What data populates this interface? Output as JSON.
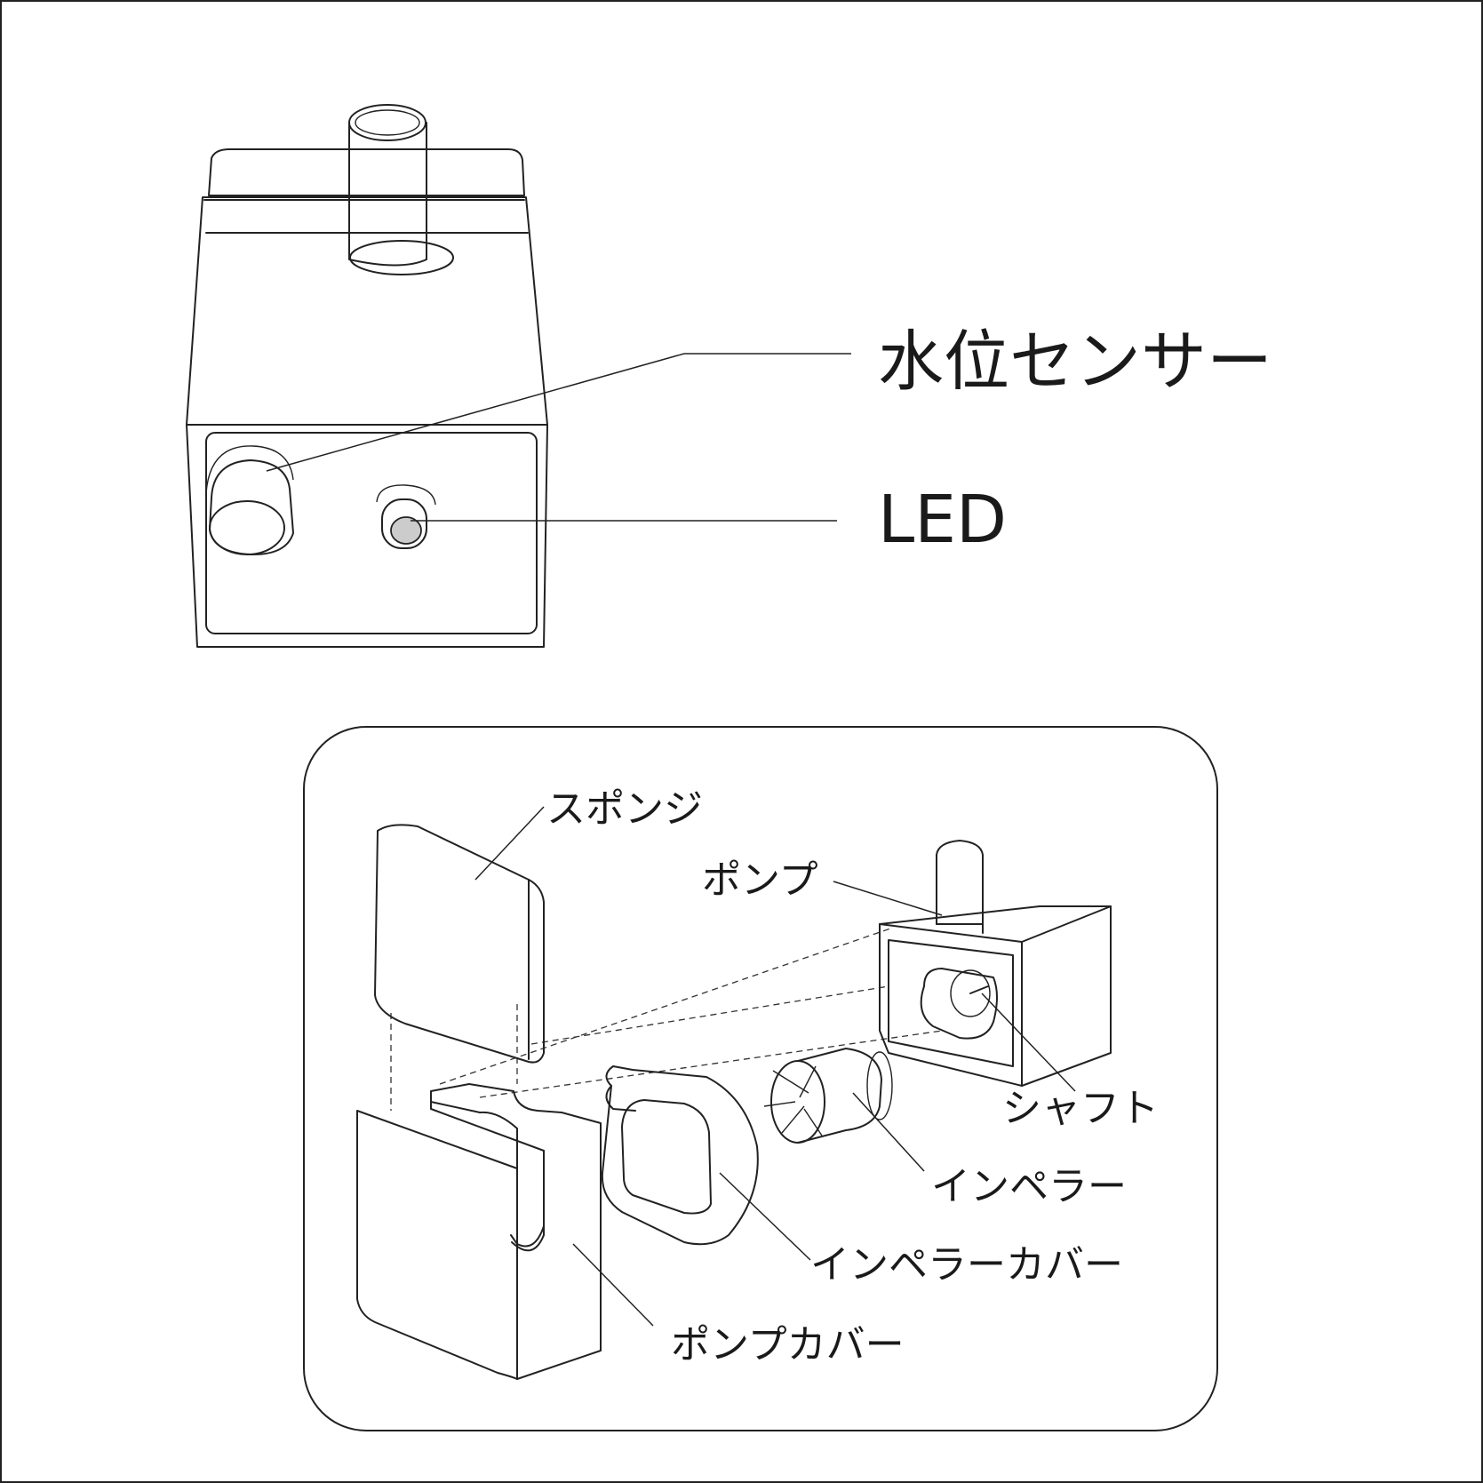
{
  "labels": {
    "water_sensor": "水位センサー",
    "led": "LED",
    "sponge": "スポンジ",
    "pump": "ポンプ",
    "shaft": "シャフト",
    "impeller": "インペラー",
    "impeller_cover": "インペラーカバー",
    "pump_cover": "ポンプカバー"
  },
  "colors": {
    "line": "#222222",
    "background": "#ffffff",
    "led_fill": "#cccccc"
  }
}
